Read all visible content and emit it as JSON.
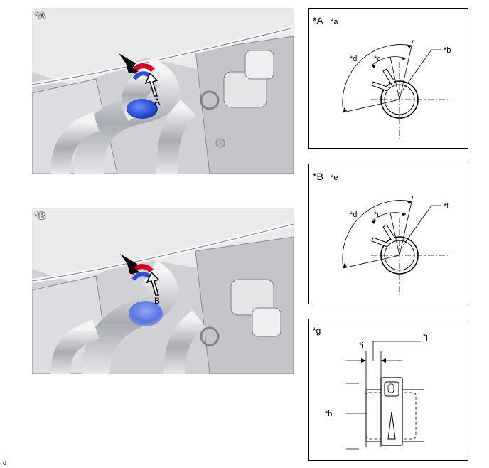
{
  "photos": [
    {
      "label": "*A",
      "callout": "A"
    },
    {
      "label": "*B",
      "callout": "B"
    }
  ],
  "panels": [
    {
      "title": "*A",
      "subtitle": "*a",
      "angle_outer": "*d",
      "angle_inner": "*c",
      "pointer": "*b"
    },
    {
      "title": "*B",
      "subtitle": "*e",
      "angle_outer": "*d",
      "angle_inner": "*c",
      "pointer": "*f"
    }
  ],
  "detail": {
    "title": "*g",
    "width_label": "*i",
    "clip_label": "*j",
    "hose_label": "*h"
  },
  "document_id": "d",
  "colors": {
    "clamp": "#d9001b",
    "hose_highlight": "#2b4fd6",
    "photo_bg": "#cfd1d4"
  }
}
